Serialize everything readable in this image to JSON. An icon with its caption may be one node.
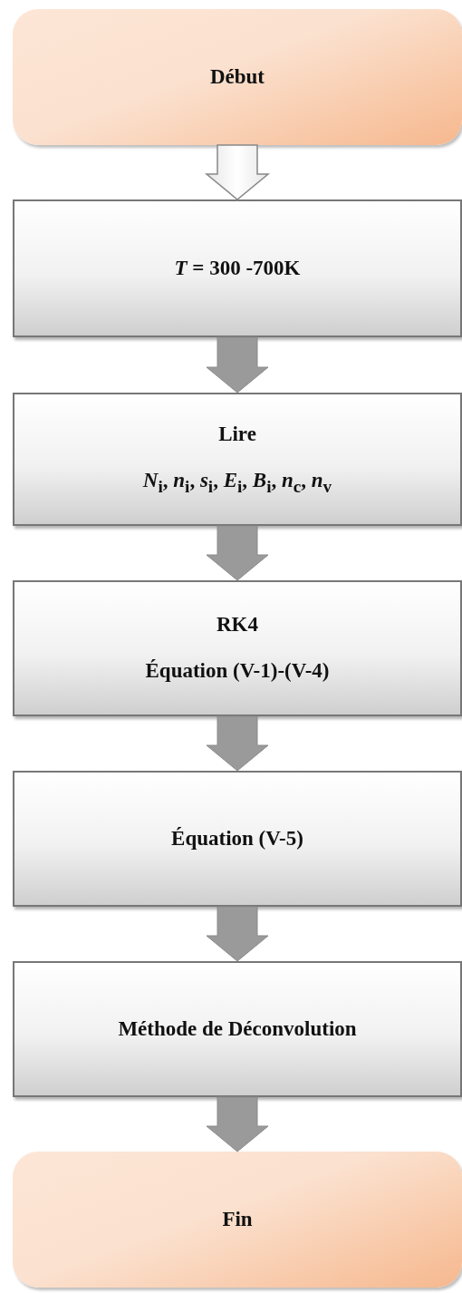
{
  "diagram": {
    "nodes": [
      {
        "text": [
          "Début"
        ]
      },
      {
        "text": [
          "*T* = 300 -700K"
        ]
      },
      {
        "text": [
          "Lire",
          "*N*$_{i}$, *n*$_{i}$, *s*$_{i}$, *E*$_{i}$, *B*$_{i}$, *n*$_{c}$, *n*$_{v}$"
        ]
      },
      {
        "text": [
          "RK4",
          "Équation (V-1)-(V-4)"
        ]
      },
      {
        "text": [
          "Équation (V-5)"
        ]
      },
      {
        "text": [
          "Méthode de Déconvolution"
        ]
      },
      {
        "text": [
          "Fin"
        ]
      }
    ],
    "edges": [
      {
        "from": 0,
        "to": 1,
        "arrow": "to",
        "color": "#e6e6e6"
      },
      {
        "from": 1,
        "to": 2,
        "arrow": "to"
      },
      {
        "from": 2,
        "to": 3,
        "arrow": "to"
      },
      {
        "from": 3,
        "to": 4,
        "arrow": "to"
      },
      {
        "from": 4,
        "to": 5,
        "arrow": "to"
      },
      {
        "from": 5,
        "to": 6,
        "arrow": "to"
      }
    ]
  }
}
